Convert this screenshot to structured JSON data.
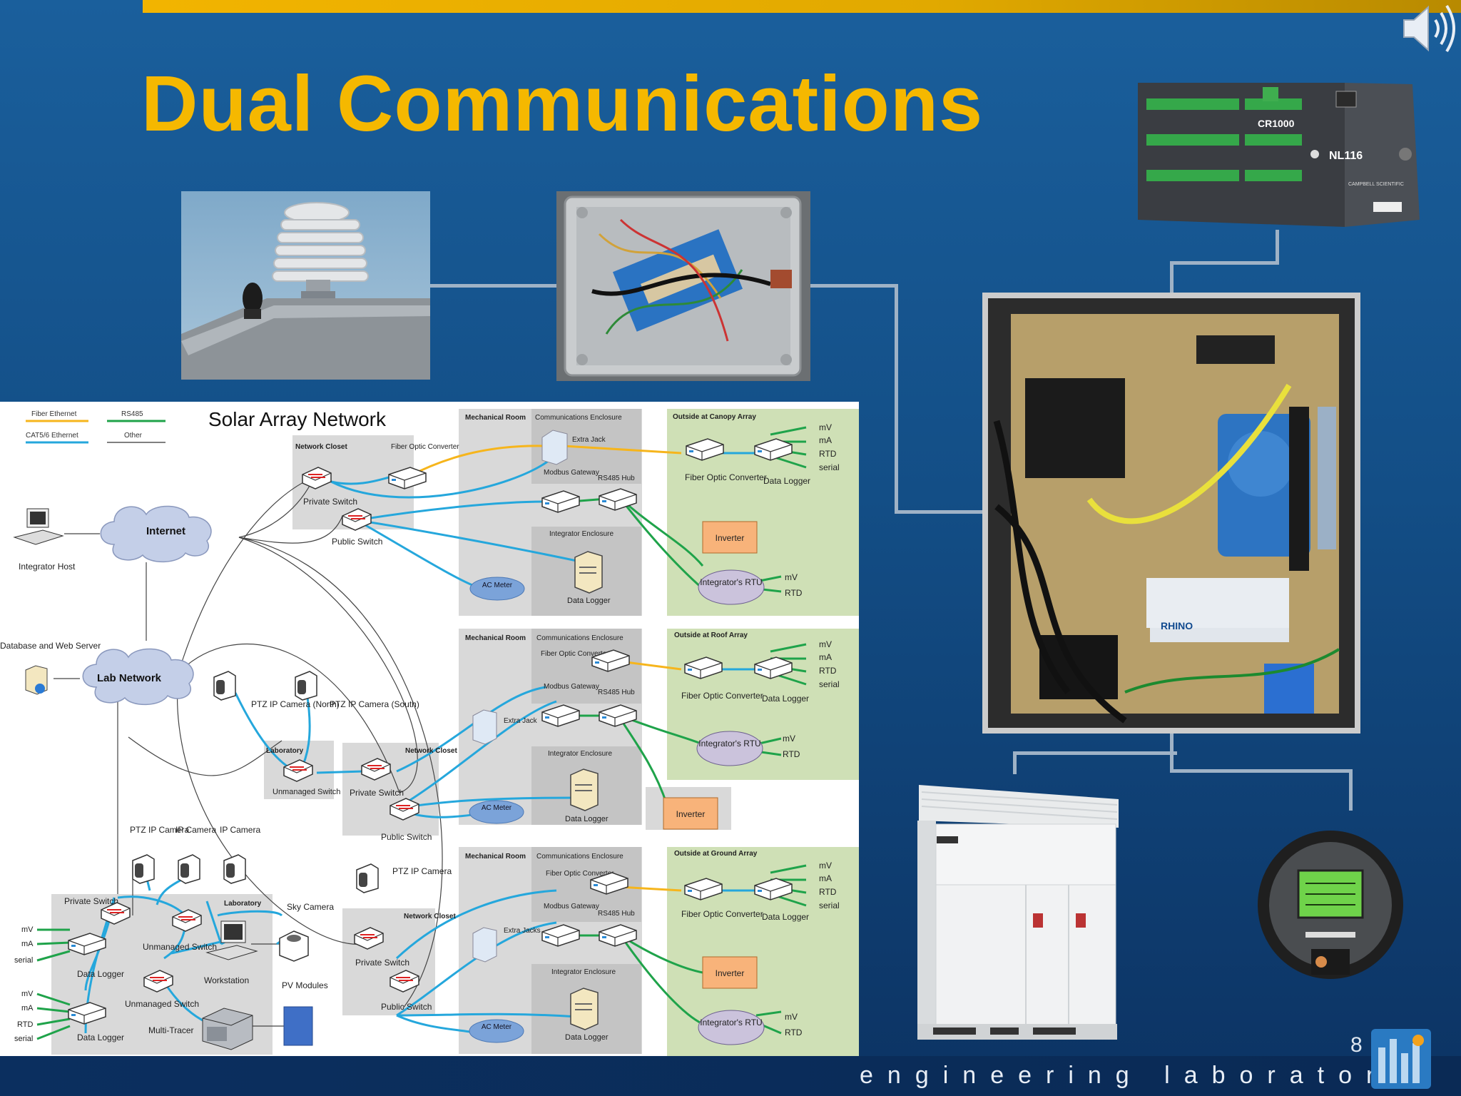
{
  "slide": {
    "title": "Dual Communications",
    "footer": "engineering laboratory",
    "page_number": "8"
  },
  "photos": {
    "datalogger_module": {
      "labels": [
        "CR1000",
        "NL116",
        "CAMPBELL SCIENTIFIC"
      ]
    },
    "enclosure": {
      "labels": [
        "RHINO"
      ]
    }
  },
  "diagram": {
    "title": "Solar Array Network",
    "legend": [
      "Fiber Ethernet",
      "RS485",
      "CAT5/6 Ethernet",
      "Other"
    ],
    "colors": {
      "fiber": "#f6b51c",
      "rs485": "#1fa34a",
      "cat5": "#25a7dc",
      "other": "#555555",
      "inverter": "#f8b37a",
      "outside": "#cfe0b6",
      "room": "#d9d9d9"
    },
    "left": {
      "integrator_host": "Integrator Host",
      "internet": "Internet",
      "db_server": "Database and Web Server",
      "lab_network": "Lab Network"
    },
    "canopy": {
      "network_closet": "Network Closet",
      "fiber_optic_converter": "Fiber Optic Converter",
      "private_switch": "Private Switch",
      "public_switch": "Public Switch",
      "mech_room": "Mechanical Room",
      "comm_enclosure": "Communications Enclosure",
      "extra_jack": "Extra Jack",
      "modbus_gateway": "Modbus Gateway",
      "rs485_hub": "RS485 Hub",
      "integrator_enclosure": "Integrator Enclosure",
      "data_logger": "Data Logger",
      "ac_meter": "AC Meter",
      "outside": "Outside at Canopy Array",
      "fiber_optic_converter_out": "Fiber Optic Converter",
      "data_logger_out": "Data Logger",
      "signals": [
        "mV",
        "mA",
        "RTD",
        "serial"
      ],
      "inverter": "Inverter",
      "rtu": "Integrator's RTU",
      "rtu_signals": [
        "mV",
        "RTD"
      ]
    },
    "roof": {
      "ptz_north": "PTZ IP Camera (North)",
      "ptz_south": "PTZ IP Camera (South)",
      "laboratory": "Laboratory",
      "unmanaged_switch": "Unmanaged Switch",
      "network_closet": "Network Closet",
      "private_switch": "Private Switch",
      "public_switch": "Public Switch",
      "mech_room": "Mechanical Room",
      "comm_enclosure": "Communications Enclosure",
      "fiber_optic_converter": "Fiber Optic Converter",
      "modbus_gateway": "Modbus Gateway",
      "rs485_hub": "RS485 Hub",
      "extra_jack": "Extra Jack",
      "integrator_enclosure": "Integrator Enclosure",
      "data_logger": "Data Logger",
      "ac_meter": "AC Meter",
      "outside": "Outside at Roof Array",
      "fiber_optic_converter_out": "Fiber Optic Converter",
      "data_logger_out": "Data Logger",
      "signals": [
        "mV",
        "mA",
        "RTD",
        "serial"
      ],
      "rtu": "Integrator's RTU",
      "rtu_signals": [
        "mV",
        "RTD"
      ],
      "inverter": "Inverter"
    },
    "ground": {
      "ptz_camera": "PTZ IP Camera",
      "network_closet": "Network Closet",
      "private_switch": "Private Switch",
      "public_switch": "Public Switch",
      "mech_room": "Mechanical Room",
      "comm_enclosure": "Communications Enclosure",
      "fiber_optic_converter": "Fiber Optic Converter",
      "modbus_gateway": "Modbus Gateway",
      "rs485_hub": "RS485 Hub",
      "extra_jacks": "Extra Jacks",
      "integrator_enclosure": "Integrator Enclosure",
      "data_logger": "Data Logger",
      "ac_meter": "AC Meter",
      "outside": "Outside at Ground Array",
      "fiber_optic_converter_out": "Fiber Optic Converter",
      "data_logger_out": "Data Logger",
      "signals": [
        "mV",
        "mA",
        "RTD",
        "serial"
      ],
      "inverter": "Inverter",
      "rtu": "Integrator's RTU",
      "rtu_signals": [
        "mV",
        "RTD"
      ]
    },
    "lab": {
      "ptz_camera": "PTZ IP Camera",
      "ip_camera_1": "IP Camera",
      "ip_camera_2": "IP Camera",
      "private_switch": "Private Switch",
      "laboratory": "Laboratory",
      "sky_camera": "Sky Camera",
      "unmanaged_switch_1": "Unmanaged Switch",
      "workstation": "Workstation",
      "unmanaged_switch_2": "Unmanaged Switch",
      "multi_tracer": "Multi-Tracer",
      "pv_modules": "PV Modules",
      "data_logger_1": "Data Logger",
      "data_logger_2": "Data Logger",
      "signals_1": [
        "mV",
        "mA",
        "serial"
      ],
      "signals_2": [
        "mV",
        "mA",
        "RTD",
        "serial"
      ]
    }
  }
}
